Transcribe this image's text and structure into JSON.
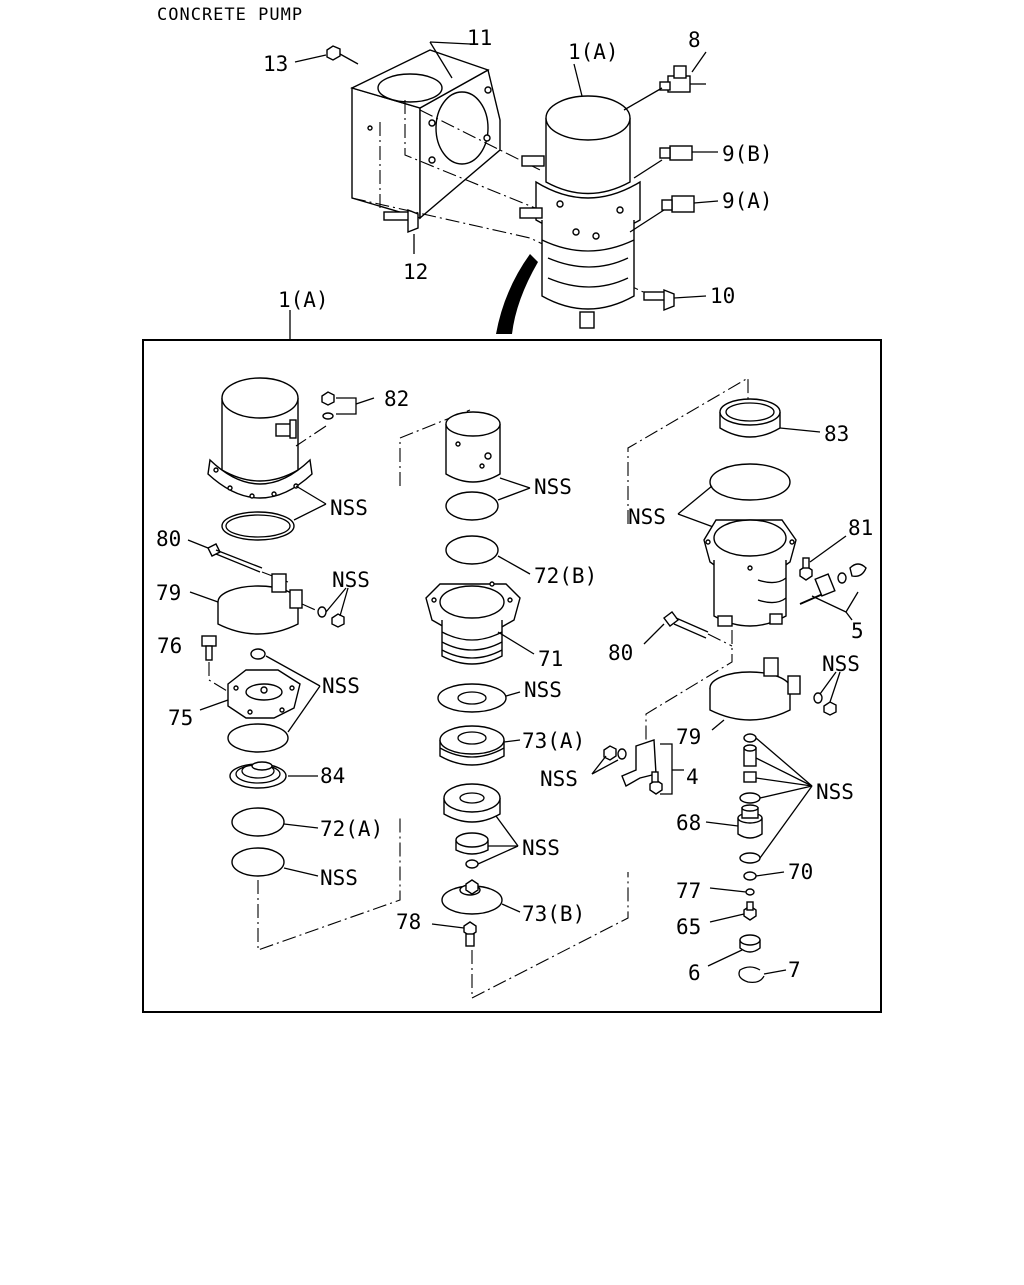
{
  "diagram": {
    "title": "CONCRETE PUMP",
    "labels": {
      "p13": "13",
      "p11": "11",
      "p1a_top": "1(A)",
      "p8": "8",
      "p9b": "9(B)",
      "p9a": "9(A)",
      "p12": "12",
      "p10": "10",
      "p1a_box": "1(A)",
      "p82": "82",
      "nss_1": "NSS",
      "p80_l": "80",
      "p79_l": "79",
      "nss_2": "NSS",
      "p76": "76",
      "p75": "75",
      "nss_3": "NSS",
      "p84": "84",
      "p72a": "72(A)",
      "nss_4": "NSS",
      "nss_5": "NSS",
      "p72b": "72(B)",
      "p71": "71",
      "nss_6": "NSS",
      "p73a": "73(A)",
      "nss_7": "NSS",
      "p73b": "73(B)",
      "p78": "78",
      "p83": "83",
      "nss_8": "NSS",
      "p81": "81",
      "p5": "5",
      "p80_r": "80",
      "nss_9": "NSS",
      "p79_r": "79",
      "nss_10": "NSS",
      "p4": "4",
      "nss_11": "NSS",
      "p68": "68",
      "p70": "70",
      "p77": "77",
      "p65": "65",
      "p6": "6",
      "p7": "7"
    }
  }
}
